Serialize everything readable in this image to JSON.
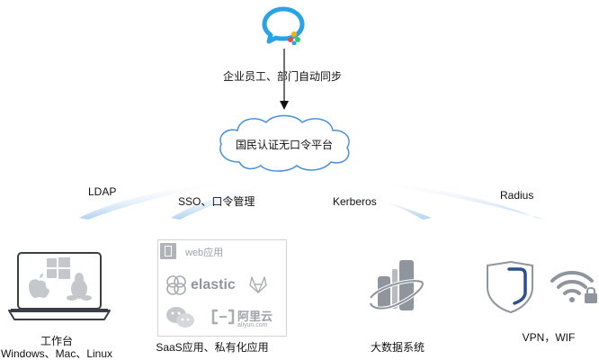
{
  "top_icon": "wechat-work-icon",
  "sync_label": "企业员工、部门自动同步",
  "platform_label": "国民认证无口令平台",
  "protocols": {
    "ldap": "LDAP",
    "sso": "SSO、口令管理",
    "kerberos": "Kerberos",
    "radius": "Radius"
  },
  "endpoints": {
    "workstation_title": "工作台",
    "workstation_os": "Windows、Mac、Linux",
    "saas_label": "SaaS应用、私有化应用",
    "bigdata_label": "大数据系统",
    "vpn_label": "VPN，WIF"
  },
  "saas_panel": {
    "header": "web应用",
    "elastic": "elastic",
    "aliyun": "阿里云",
    "aliyun_sub": "aliyun.com"
  },
  "colors": {
    "arrow": "#111111",
    "cloud_stroke": "#4a90d9",
    "beam": "#b9d7f2",
    "icon_grey": "#9aa1a8",
    "laptop_dark": "#3a3f46",
    "shield_blue": "#2c4f8f"
  }
}
